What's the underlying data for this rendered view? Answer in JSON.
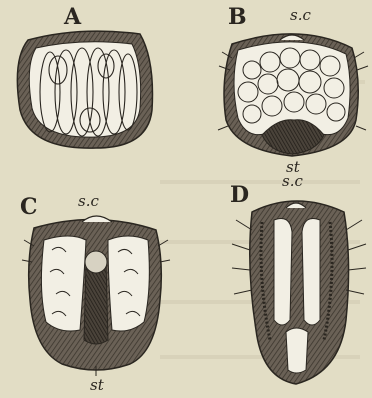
{
  "panels": {
    "A": {
      "label": "A"
    },
    "B": {
      "label": "B",
      "top_label": "s.c",
      "bottom_label": "st"
    },
    "C": {
      "label": "C",
      "top_label": "s.c",
      "bottom_label": "st"
    },
    "D": {
      "label": "D",
      "top_label": "s.c"
    }
  },
  "colors": {
    "paper": "#e2ddc5",
    "ink": "#2a2620",
    "wall": "#5a5248",
    "interior": "#f2efe4"
  }
}
